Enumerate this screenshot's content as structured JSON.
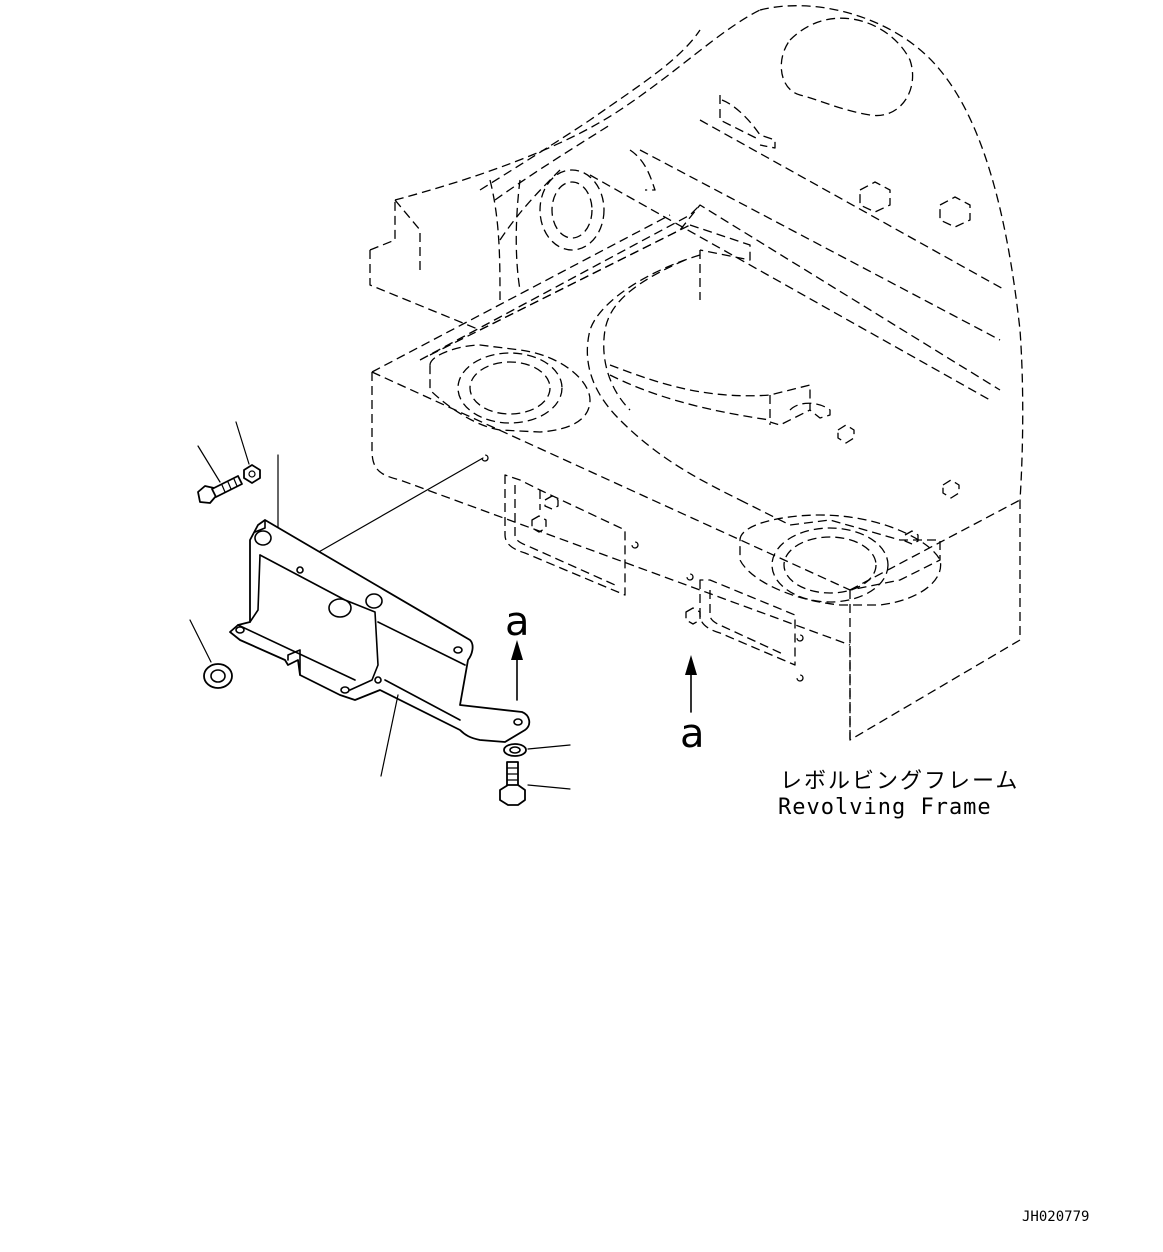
{
  "view_marker_left": "a",
  "view_marker_right": "a",
  "frame_label_jp": "レボルビングフレーム",
  "frame_label_en": "Revolving Frame",
  "drawing_code": "JH020779"
}
